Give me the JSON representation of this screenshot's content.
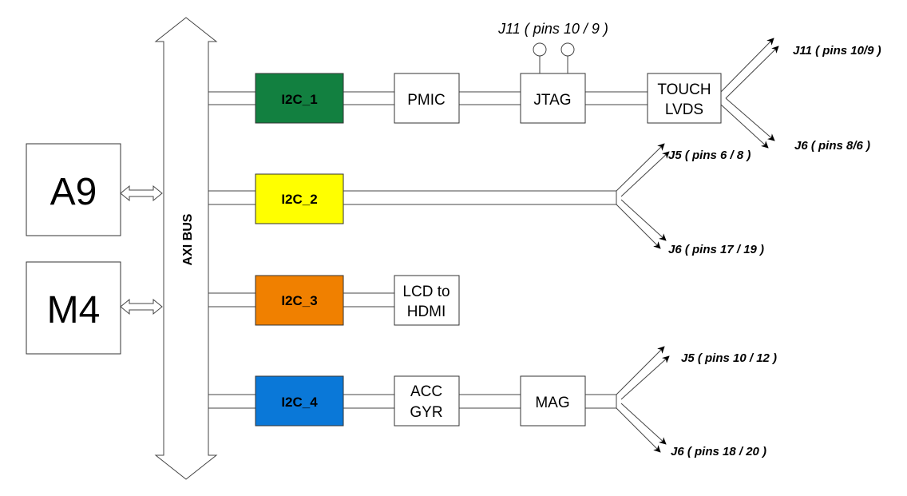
{
  "cpu": {
    "a9": "A9",
    "m4": "M4"
  },
  "bus": {
    "label": "AXI BUS"
  },
  "i2c": [
    {
      "label": "I2C_1",
      "color": "#128040"
    },
    {
      "label": "I2C_2",
      "color": "#ffff00"
    },
    {
      "label": "I2C_3",
      "color": "#f08000"
    },
    {
      "label": "I2C_4",
      "color": "#0a78d8"
    }
  ],
  "devices": {
    "pmic": "PMIC",
    "jtag": "JTAG",
    "touch": [
      "TOUCH",
      "LVDS"
    ],
    "lcd": [
      "LCD to",
      "HDMI"
    ],
    "acc": [
      "ACC",
      "GYR"
    ],
    "mag": "MAG"
  },
  "labels": {
    "jtag_pins": "J11  ( pins 10 / 9 )",
    "touch_up": "J11  ( pins 10/9 )",
    "touch_down": "J6  ( pins 8/6 )",
    "i2c2_up": "J5  ( pins 6 / 8 )",
    "i2c2_down": "J6  ( pins 17 / 19 )",
    "i2c4_up": "J5  ( pins 10 / 12 )",
    "i2c4_down": "J6  ( pins 18 / 20 )"
  }
}
